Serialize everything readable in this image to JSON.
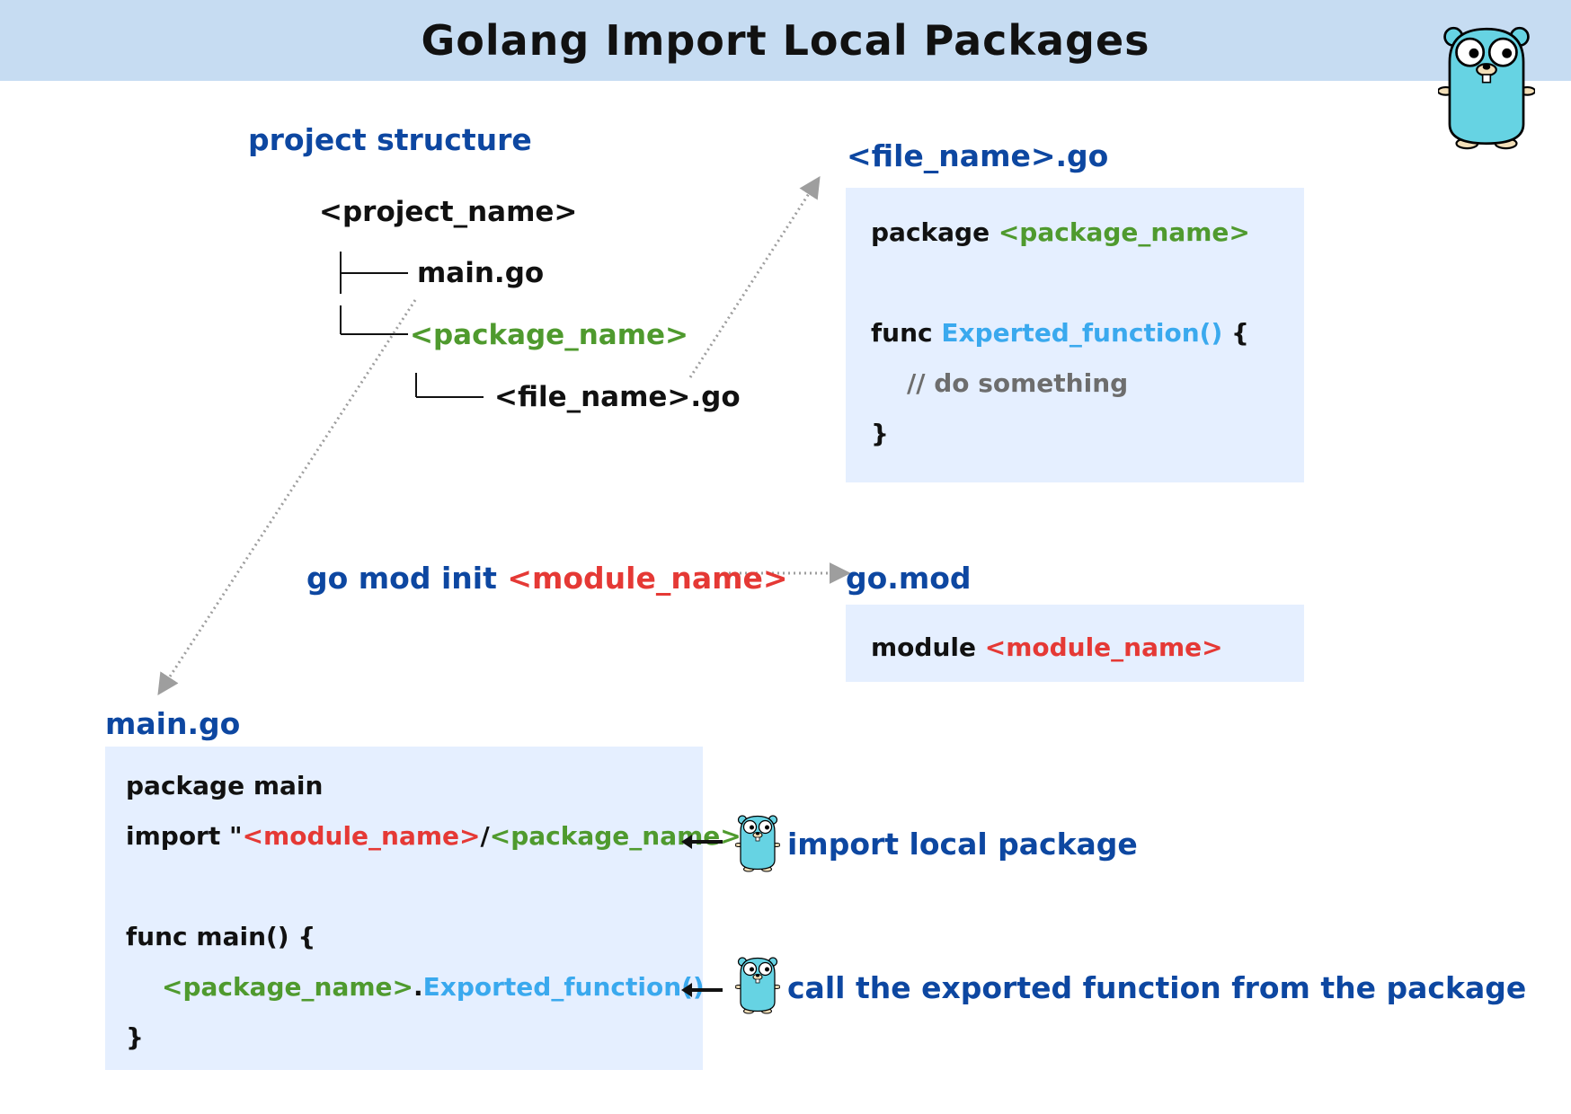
{
  "title": "Golang Import Local Packages",
  "colors": {
    "header_bg": "#c6dcf2",
    "panel_bg": "#e5efff",
    "heading_blue": "#0d47a1",
    "package_green": "#4f9a2e",
    "module_red": "#e53935",
    "function_cyan": "#3aa9ee",
    "comment_grey": "#6d6d6d"
  },
  "project_structure": {
    "heading": "project structure",
    "root": "<project_name>",
    "main_file": "main.go",
    "package_dir": "<package_name>",
    "package_file": "<file_name>.go"
  },
  "file_panel": {
    "heading": "<file_name>.go",
    "kw_package": "package",
    "package_name": "<package_name>",
    "kw_func": "func",
    "function_name": "Experted_function()",
    "open_brace": "{",
    "comment": "// do something",
    "close_brace": "}"
  },
  "go_mod_command": {
    "command": "go mod init",
    "module_name": "<module_name>"
  },
  "go_mod_panel": {
    "heading": "go.mod",
    "kw_module": "module",
    "module_name": "<module_name>"
  },
  "main_panel": {
    "heading": "main.go",
    "package_line": "package main",
    "kw_import": "import",
    "quote_open": "\"",
    "module_name": "<module_name>",
    "slash": "/",
    "package_name": "<package_name>",
    "quote_close": "\"",
    "func_line": "func main() {",
    "call_package": "<package_name>",
    "dot": ".",
    "call_function": "Exported_function()",
    "close_brace": "}"
  },
  "annotations": {
    "import_note": "import local package",
    "call_note": "call the exported function from the package",
    "arrow_icon": "left-arrow-icon",
    "mascot_icon": "gopher-icon"
  }
}
